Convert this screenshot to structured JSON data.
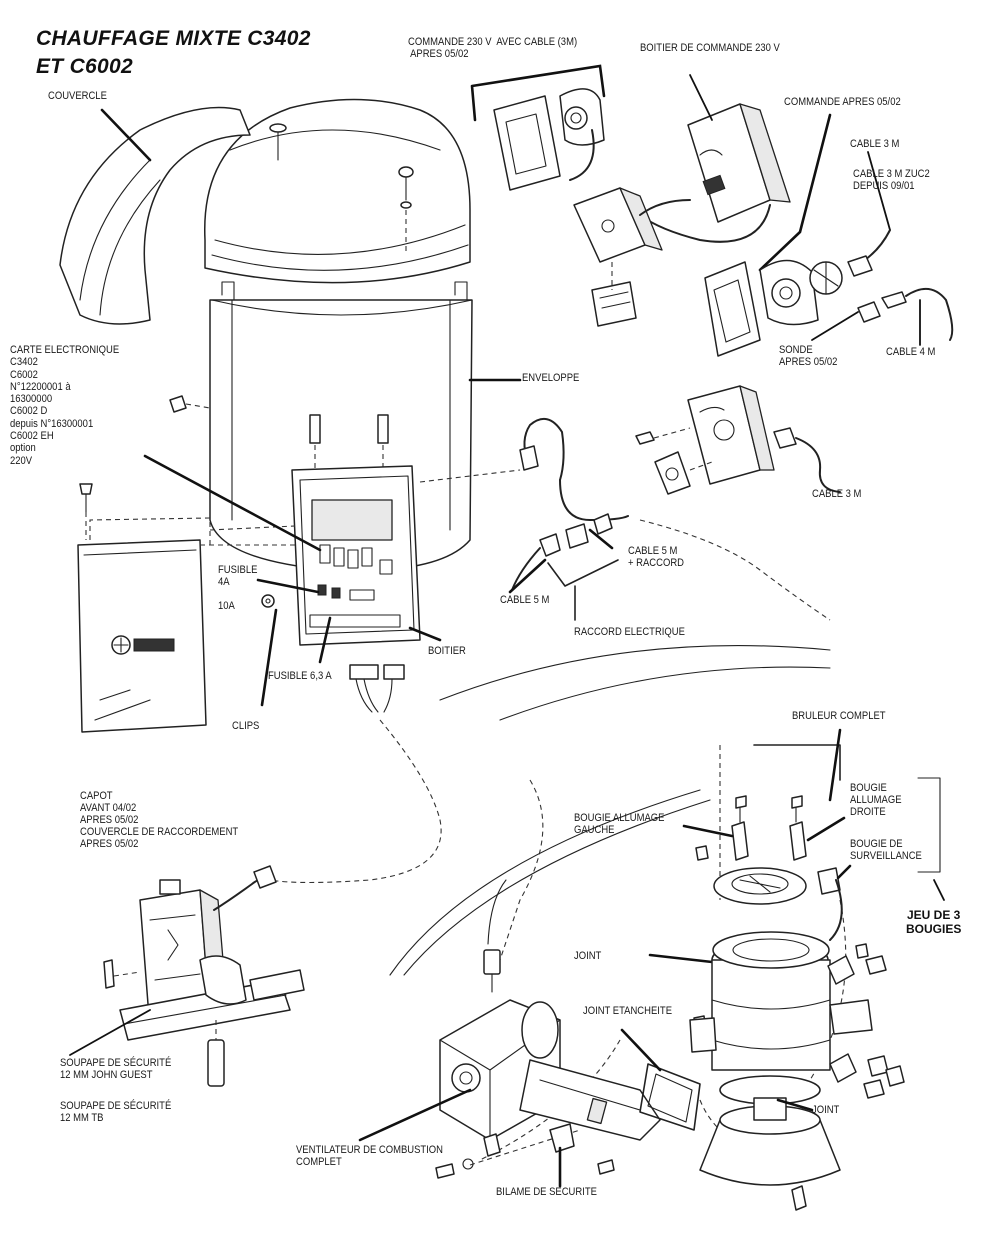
{
  "title": {
    "line1": "CHAUFFAGE MIXTE C3402",
    "line2": "ET C6002"
  },
  "labels": {
    "couvercle": "COUVERCLE",
    "commande_230v_cable": "COMMANDE 230 V  AVEC CABLE (3M)\n APRES 05/02",
    "boitier_commande": "BOITIER DE COMMANDE 230 V",
    "commande_apres": "COMMANDE APRES 05/02",
    "cable_3m_top": "CABLE 3 M",
    "cable_3m_zuc2": "CABLE 3 M ZUC2\nDEPUIS 09/01",
    "sonde": "SONDE\nAPRES 05/02",
    "cable_4m": "CABLE 4 M",
    "carte_electronique": "CARTE ELECTRONIQUE\nC3402\nC6002\nN°12200001 à\n16300000\nC6002 D\ndepuis N°16300001\nC6002 EH\noption\n220V",
    "enveloppe": "ENVELOPPE",
    "cable_3m_mid": "CABLE 3 M",
    "cable_5m_raccord": "CABLE 5 M\n+ RACCORD",
    "cable_5m": "CABLE 5 M",
    "raccord_electrique": "RACCORD ELECTRIQUE",
    "fusible_4a": "FUSIBLE\n4A",
    "fusible_10a": "10A",
    "boitier": "BOITIER",
    "fusible_63a": "FUSIBLE 6,3 A",
    "clips": "CLIPS",
    "capot": "CAPOT\nAVANT 04/02\nAPRES 05/02\nCOUVERCLE DE RACCORDEMENT\nAPRES 05/02",
    "bruleur_complet": "BRULEUR COMPLET",
    "bougie_allumage_gauche": "BOUGIE ALLUMAGE\nGAUCHE",
    "bougie_allumage_droite": "BOUGIE\nALLUMAGE\nDROITE",
    "bougie_surveillance": "BOUGIE DE\nSURVEILLANCE",
    "jeu_de_3_bougies": "JEU DE 3\nBOUGIES",
    "joint_upper": "JOINT",
    "joint_etancheite": "JOINT ETANCHEITE",
    "joint_lower": "JOINT",
    "soupape_john_guest": "SOUPAPE DE SÉCURITÉ\n12 MM JOHN GUEST",
    "soupape_tb": "SOUPAPE DE SÉCURITÉ\n12 MM TB",
    "ventilateur": "VENTILATEUR DE COMBUSTION\nCOMPLET",
    "bilame": "BILAME DE SECURITE"
  },
  "icons": {
    "capot_logo": "truma-logo"
  }
}
